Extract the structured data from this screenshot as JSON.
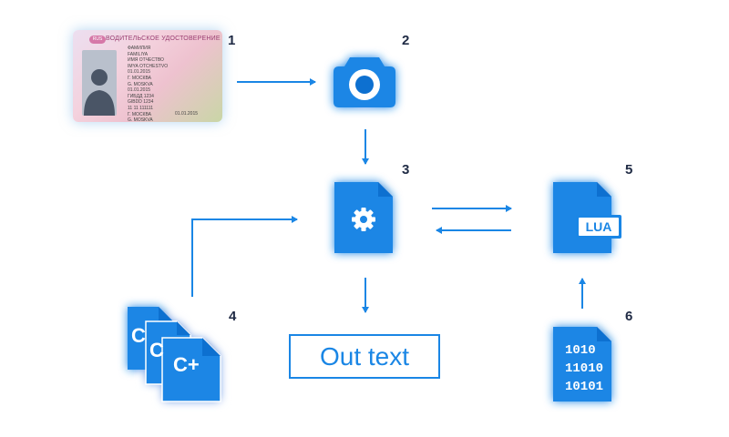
{
  "labels": {
    "n1": "1",
    "n2": "2",
    "n3": "3",
    "n4": "4",
    "n5": "5",
    "n6": "6"
  },
  "card": {
    "badge": "RUS",
    "title": "ВОДИТЕЛЬСКОЕ УДОСТОВЕРЕНИЕ",
    "fields": "ФАМИЛИЯ\nFAMILIYA\nИМЯ ОТЧЕСТВО\nIMYA OTCHESTVO\n01.01.2015\nГ. МОСКВА\nG. MOSKVA\n01.01.2015\nГИБДД 1234\nGIBDD 1234\n11 11 111111\nГ. МОСКВА\nG. MOSKVA",
    "date2": "01.01.2015"
  },
  "out_text": "Out text",
  "lua_label": "LUA",
  "binary": [
    "1010",
    "11010",
    "10101"
  ],
  "cplus_label": "C+",
  "c_label": "C",
  "colors": {
    "accent": "#1a86e5",
    "accent_dark": "#0f6fd0",
    "number": "#1f2a44",
    "arrow": "#1a86e5"
  },
  "icons": [
    "id-card-image",
    "camera-icon",
    "gear-document-icon",
    "lua-document-icon",
    "cpp-documents-icon",
    "binary-document-icon"
  ]
}
